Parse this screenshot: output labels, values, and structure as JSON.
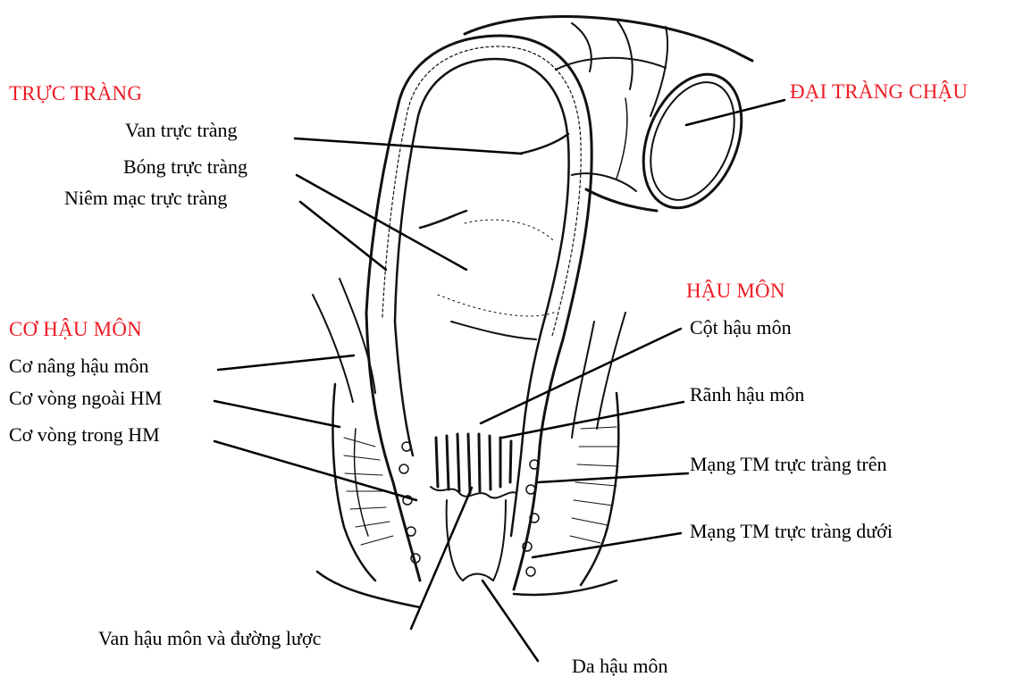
{
  "colors": {
    "heading": "#ee1c25",
    "label": "#000000",
    "ink": "#111111",
    "background": "#ffffff"
  },
  "headings": {
    "truc_trang": "TRỰC TRÀNG",
    "dai_trang_chau": "ĐẠI TRÀNG CHẬU",
    "hau_mon": "HẬU MÔN",
    "co_hau_mon": "CƠ HẬU MÔN"
  },
  "labels": {
    "van_truc_trang": "Van trực tràng",
    "bong_truc_trang": "Bóng trực tràng",
    "niem_mac_truc_trang": "Niêm mạc trực tràng",
    "co_nang_hau_mon": "Cơ nâng hậu môn",
    "co_vong_ngoai": "Cơ vòng ngoài HM",
    "co_vong_trong": "Cơ vòng trong HM",
    "cot_hau_mon": "Cột hậu môn",
    "ranh_hau_mon": "Rãnh hậu môn",
    "mang_tm_tren": "Mạng TM trực tràng trên",
    "mang_tm_duoi": "Mạng TM trực tràng dưới",
    "van_hau_mon": "Van hậu môn và đường lược",
    "da_hau_mon": "Da hậu môn"
  }
}
